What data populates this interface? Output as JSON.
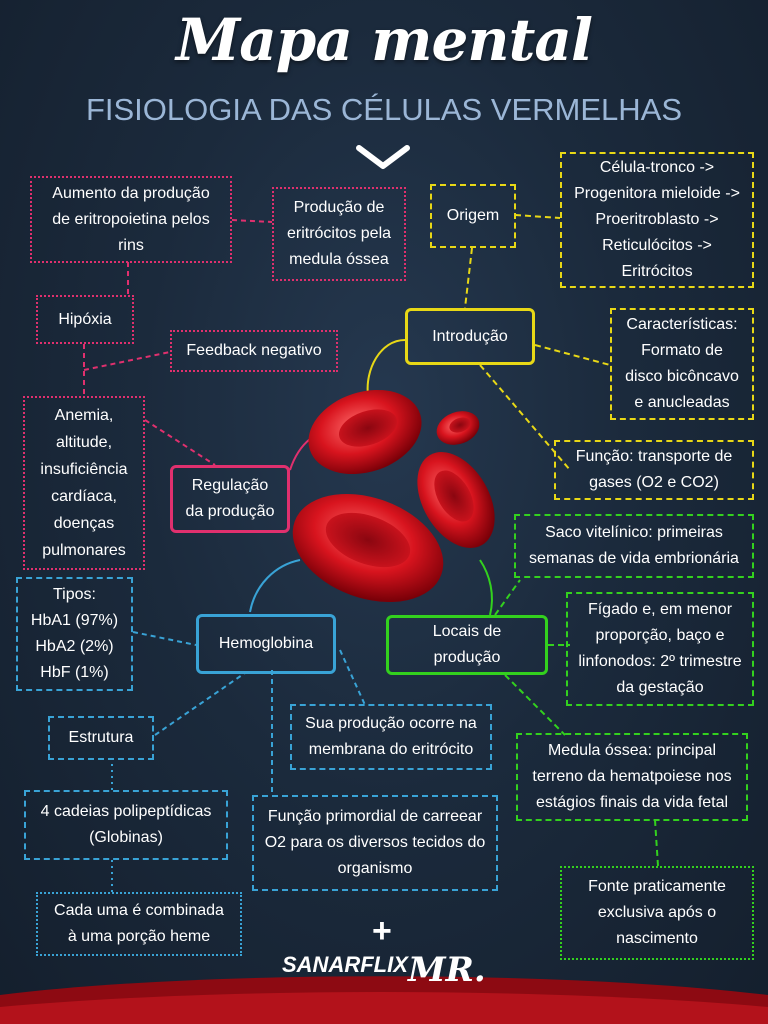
{
  "header": {
    "title": "Mapa mental",
    "subtitle": "FISIOLOGIA DAS CÉLULAS VERMELHAS"
  },
  "nodes": {
    "aumento_epo": "Aumento da produção\nde eritropoietina pelos\nrins",
    "producao_eritrocitos": "Produção de\neritrócitos pela\nmedula óssea",
    "origem": "Origem",
    "celula_tronco": "Célula-tronco ->\nProgenitora mieloide ->\nProeritroblasto ->\nReticulócitos ->\nEritrócitos",
    "hipoxia": "Hipóxia",
    "feedback": "Feedback negativo",
    "introducao": "Introdução",
    "caracteristicas": "Características:\nFormato de\ndisco bicôncavo\ne anucleadas",
    "anemia": "Anemia,\naltitude,\ninsuficiência\ncardíaca,\ndoenças\npulmonares",
    "regulacao": "Regulação\nda produção",
    "funcao_transporte": "Função: transporte de\ngases (O2 e CO2)",
    "saco_vitelinico": "Saco vitelínico: primeiras\nsemanas de vida embrionária",
    "tipos": "Tipos:\nHbA1 (97%)\nHbA2 (2%)\nHbF (1%)",
    "hemoglobina": "Hemoglobina",
    "locais": "Locais de\nprodução",
    "figado": "Fígado e, em menor\nproporção, baço e\nlinfonodos: 2º trimestre\nda gestação",
    "estrutura": "Estrutura",
    "sua_producao": "Sua produção ocorre na\nmembrana do eritrócito",
    "medula_ossea": "Medula óssea: principal\nterreno da hematpoiese nos\nestágios finais da vida fetal",
    "cadeias": "4 cadeias polipeptídicas\n(Globinas)",
    "funcao_primordial": "Função primordial de carreear\nO2 para os diversos tecidos do\norganismo",
    "fonte": "Fonte praticamente\nexclusiva após o\nnascimento",
    "cada_uma": "Cada uma é combinada\nà uma porção heme"
  },
  "footer": {
    "logo_left": "SANARFLIX",
    "plus": "+",
    "logo_right": "MR."
  },
  "colors": {
    "pink": "#e0306e",
    "yellow": "#e8d816",
    "blue": "#39a3d6",
    "green": "#33d11e",
    "background": "#1b2a3c"
  }
}
